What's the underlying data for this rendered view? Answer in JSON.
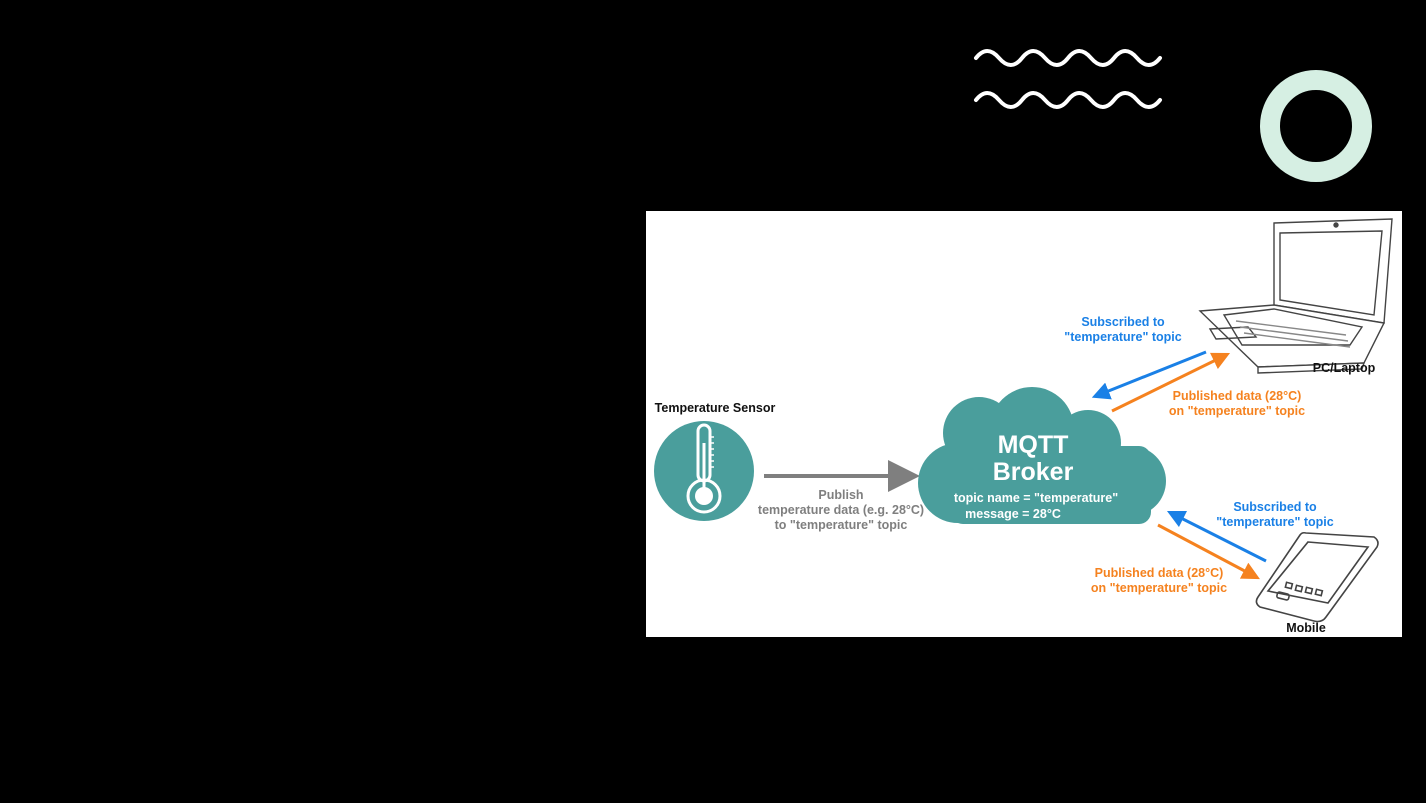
{
  "colors": {
    "background": "#000000",
    "teal": "#4a9e9c",
    "blue": "#1a80e6",
    "orange": "#f5821f",
    "gray": "#7f7f7f",
    "ring": "#d6efe3"
  },
  "sensor": {
    "label": "Temperature Sensor",
    "icon": "thermometer-icon"
  },
  "publish_arrow": {
    "label": "Publish\ntemperature data (e.g. 28°C)\nto \"temperature\" topic"
  },
  "broker": {
    "title": "MQTT\nBroker",
    "topic_line": "topic name = \"temperature\"",
    "message_line": "message = 28°C",
    "icon": "cloud-icon"
  },
  "laptop": {
    "label": "PC/Laptop",
    "icon": "laptop-icon",
    "subscribed": "Subscribed to\n\"temperature\" topic",
    "published": "Published data (28°C)\non \"temperature\" topic"
  },
  "mobile": {
    "label": "Mobile",
    "icon": "smartphone-icon",
    "subscribed": "Subscribed to\n\"temperature\" topic",
    "published": "Published data (28°C)\non \"temperature\" topic"
  }
}
